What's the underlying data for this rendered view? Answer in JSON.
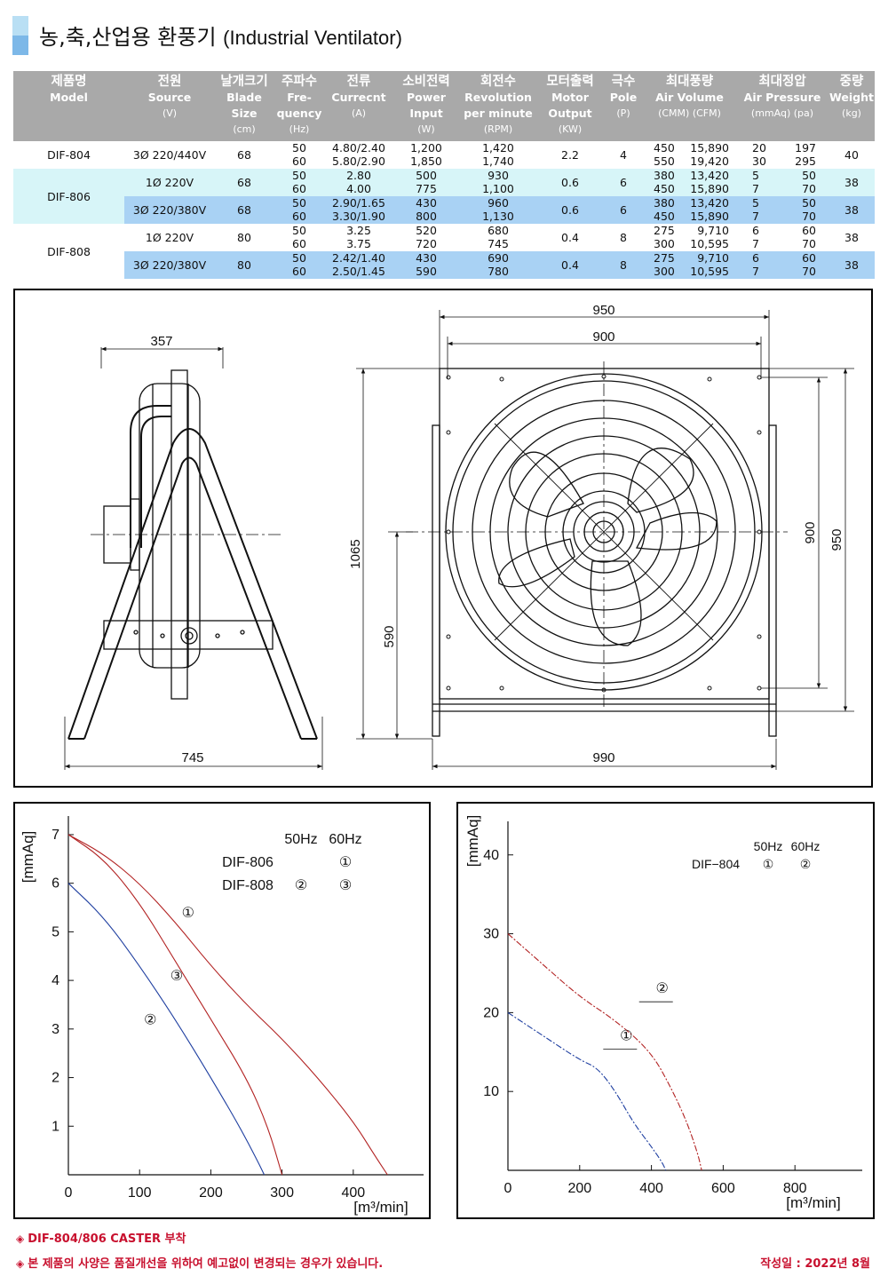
{
  "title": {
    "ko": "농,축,산업용 환풍기",
    "en": "(Industrial Ventilator)"
  },
  "table": {
    "headers": [
      {
        "ko": "제품명",
        "en": "Model",
        "unit": ""
      },
      {
        "ko": "전원",
        "en": "Source",
        "unit": "(V)"
      },
      {
        "ko": "날개크기",
        "en": "Blade Size",
        "unit": "(cm)"
      },
      {
        "ko": "주파수",
        "en": "Fre- quency",
        "unit": "(Hz)"
      },
      {
        "ko": "전류",
        "en": "Currecnt",
        "unit": "(A)"
      },
      {
        "ko": "소비전력",
        "en": "Power Input",
        "unit": "(W)"
      },
      {
        "ko": "회전수",
        "en": "Revolution per minute",
        "unit": "(RPM)"
      },
      {
        "ko": "모터출력",
        "en": "Motor Output",
        "unit": "(KW)"
      },
      {
        "ko": "극수",
        "en": "Pole",
        "unit": "(P)"
      },
      {
        "ko": "최대풍량",
        "en": "Air Volume",
        "unit": "(CMM)   (CFM)"
      },
      {
        "ko": "최대정압",
        "en": "Air Pressure",
        "unit": "(mmAq)   (pa)"
      },
      {
        "ko": "중량",
        "en": "Weight",
        "unit": "(kg)"
      }
    ],
    "rows": [
      {
        "model": "DIF-804",
        "source": "3Ø 220/440V",
        "blade": "68",
        "freq": [
          "50",
          "60"
        ],
        "current": [
          "4.80/2.40",
          "5.80/2.90"
        ],
        "power": [
          "1,200",
          "1,850"
        ],
        "rpm": [
          "1,420",
          "1,740"
        ],
        "output": "2.2",
        "pole": "4",
        "cmm": [
          "450",
          "550"
        ],
        "cfm": [
          "15,890",
          "19,420"
        ],
        "mmaq": [
          "20",
          "30"
        ],
        "pa": [
          "197",
          "295"
        ],
        "weight": "40"
      },
      {
        "model": "DIF-806",
        "source": "1Ø 220V",
        "blade": "68",
        "freq": [
          "50",
          "60"
        ],
        "current": [
          "2.80",
          "4.00"
        ],
        "power": [
          "500",
          "775"
        ],
        "rpm": [
          "930",
          "1,100"
        ],
        "output": "0.6",
        "pole": "6",
        "cmm": [
          "380",
          "450"
        ],
        "cfm": [
          "13,420",
          "15,890"
        ],
        "mmaq": [
          "5",
          "7"
        ],
        "pa": [
          "50",
          "70"
        ],
        "weight": "38"
      },
      {
        "model": "",
        "source": "3Ø 220/380V",
        "blade": "68",
        "freq": [
          "50",
          "60"
        ],
        "current": [
          "2.90/1.65",
          "3.30/1.90"
        ],
        "power": [
          "430",
          "800"
        ],
        "rpm": [
          "960",
          "1,130"
        ],
        "output": "0.6",
        "pole": "6",
        "cmm": [
          "380",
          "450"
        ],
        "cfm": [
          "13,420",
          "15,890"
        ],
        "mmaq": [
          "5",
          "7"
        ],
        "pa": [
          "50",
          "70"
        ],
        "weight": "38"
      },
      {
        "model": "DIF-808",
        "source": "1Ø 220V",
        "blade": "80",
        "freq": [
          "50",
          "60"
        ],
        "current": [
          "3.25",
          "3.75"
        ],
        "power": [
          "520",
          "720"
        ],
        "rpm": [
          "680",
          "745"
        ],
        "output": "0.4",
        "pole": "8",
        "cmm": [
          "275",
          "300"
        ],
        "cfm": [
          "9,710",
          "10,595"
        ],
        "mmaq": [
          "6",
          "7"
        ],
        "pa": [
          "60",
          "70"
        ],
        "weight": "38"
      },
      {
        "model": "",
        "source": "3Ø 220/380V",
        "blade": "80",
        "freq": [
          "50",
          "60"
        ],
        "current": [
          "2.42/1.40",
          "2.50/1.45"
        ],
        "power": [
          "430",
          "590"
        ],
        "rpm": [
          "690",
          "780"
        ],
        "output": "0.4",
        "pole": "8",
        "cmm": [
          "275",
          "300"
        ],
        "cfm": [
          "9,710",
          "10,595"
        ],
        "mmaq": [
          "6",
          "7"
        ],
        "pa": [
          "60",
          "70"
        ],
        "weight": "38"
      }
    ]
  },
  "drawing": {
    "side_view": {
      "top_width": "357",
      "base_width": "745"
    },
    "front_view": {
      "outer_width": "950",
      "inner_width": "900",
      "base_width": "990",
      "height": "1065",
      "center_height": "590",
      "inner_height": "900",
      "outer_height": "950"
    }
  },
  "chart_data": [
    {
      "type": "line",
      "ylabel": "[mmAq]",
      "xlabel": "[m³/min]",
      "xlim": [
        0,
        480
      ],
      "ylim": [
        0,
        7.2
      ],
      "xticks": [
        "0",
        "100",
        "200",
        "300",
        "400"
      ],
      "yticks": [
        "1",
        "2",
        "3",
        "4",
        "5",
        "6",
        "7"
      ],
      "legend": {
        "header_50": "50Hz",
        "header_60": "60Hz",
        "rows": [
          {
            "model": "DIF-806",
            "c50": "",
            "c60": "①"
          },
          {
            "model": "DIF-808",
            "c50": "②",
            "c60": "③"
          }
        ]
      },
      "series": [
        {
          "name": "①",
          "color": "#b22222",
          "x": [
            0,
            50,
            100,
            150,
            200,
            250,
            300,
            350,
            400,
            430,
            448
          ],
          "y": [
            7.0,
            6.6,
            6.0,
            5.2,
            4.3,
            3.5,
            2.8,
            2.0,
            1.1,
            0.4,
            0.0
          ]
        },
        {
          "name": "③",
          "color": "#b22222",
          "x": [
            0,
            50,
            100,
            150,
            200,
            250,
            280,
            300
          ],
          "y": [
            7.0,
            6.5,
            5.6,
            4.4,
            3.2,
            2.0,
            1.0,
            0.0
          ]
        },
        {
          "name": "②",
          "color": "#1f3fa0",
          "x": [
            0,
            50,
            100,
            150,
            200,
            240,
            265,
            275
          ],
          "y": [
            6.0,
            5.3,
            4.3,
            3.2,
            2.0,
            1.0,
            0.3,
            0.0
          ]
        }
      ],
      "labels": [
        {
          "text": "①",
          "x": 168,
          "y": 5.3
        },
        {
          "text": "③",
          "x": 152,
          "y": 4.0
        },
        {
          "text": "②",
          "x": 115,
          "y": 3.1
        }
      ]
    },
    {
      "type": "line",
      "ylabel": "[mmAq]",
      "xlabel": "[m³/min]",
      "xlim": [
        0,
        1000
      ],
      "ylim": [
        0,
        42
      ],
      "xticks": [
        "0",
        "200",
        "400",
        "600",
        "800"
      ],
      "yticks": [
        "10",
        "20",
        "30",
        "40"
      ],
      "legend": {
        "header_50": "50Hz",
        "header_60": "60Hz",
        "rows": [
          {
            "model": "DIF−804",
            "c50": "①",
            "c60": "②"
          }
        ]
      },
      "series": [
        {
          "name": "①",
          "color": "#1f3fa0",
          "x": [
            0,
            100,
            200,
            250,
            300,
            350,
            400,
            430,
            440
          ],
          "y": [
            20,
            17,
            14,
            13,
            10,
            6,
            3,
            1,
            0
          ]
        },
        {
          "name": "②",
          "color": "#b22222",
          "x": [
            0,
            100,
            200,
            300,
            400,
            460,
            500,
            530,
            540
          ],
          "y": [
            30,
            26,
            22,
            19,
            15,
            10,
            6,
            2,
            0
          ]
        }
      ],
      "labels": [
        {
          "text": "②",
          "x": 430,
          "y": 22.5
        },
        {
          "text": "①",
          "x": 330,
          "y": 16.5
        }
      ]
    }
  ],
  "notes": {
    "note1": "DIF-804/806 CASTER 부착",
    "note2": "본 제품의 사양은 품질개선을 위하여 예고없이 변경되는 경우가 있습니다.",
    "date": "작성일 : 2022년 8월",
    "diamond": "◈"
  },
  "colors": {
    "header_bg": "#a9a9a9",
    "row_cyan": "#d7f5f8",
    "row_blue": "#a9d2f4",
    "note_red": "#c8102e",
    "curve_red": "#b22222",
    "curve_blue": "#1f3fa0"
  }
}
